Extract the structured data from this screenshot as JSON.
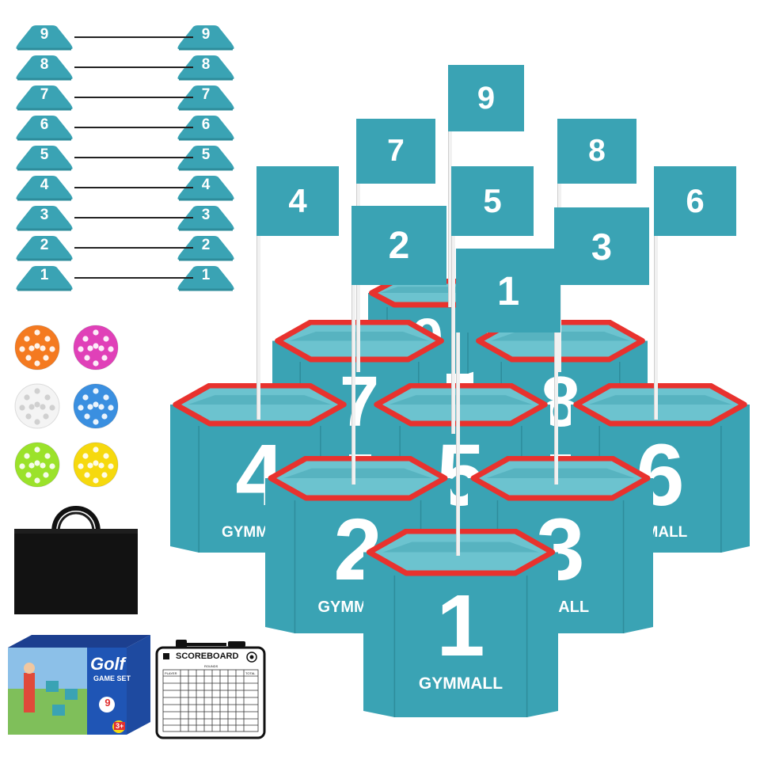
{
  "colors": {
    "teal": "#3aa3b4",
    "teal_dark": "#2e8c9b",
    "rim": "#e8322e",
    "bag": "#111111"
  },
  "cones": [
    "9",
    "8",
    "7",
    "6",
    "5",
    "4",
    "3",
    "2",
    "1"
  ],
  "balls": [
    {
      "name": "orange-ball",
      "color": "#f47a20"
    },
    {
      "name": "pink-ball",
      "color": "#e040b8"
    },
    {
      "name": "white-ball",
      "color": "#f4f4f4"
    },
    {
      "name": "blue-ball",
      "color": "#3a8fe0"
    },
    {
      "name": "green-ball",
      "color": "#9be22a"
    },
    {
      "name": "yellow-ball",
      "color": "#f6d90e"
    }
  ],
  "pots": [
    {
      "num": "9",
      "brand": ""
    },
    {
      "num": "7",
      "brand": ""
    },
    {
      "num": "8",
      "brand": ""
    },
    {
      "num": "4",
      "brand": "GYMMALL"
    },
    {
      "num": "5",
      "brand": ""
    },
    {
      "num": "6",
      "brand": "MMALL"
    },
    {
      "num": "2",
      "brand": "GYMMALL"
    },
    {
      "num": "3",
      "brand": "MMALL"
    },
    {
      "num": "1",
      "brand": "GYMMALL"
    }
  ],
  "flags": [
    "9",
    "7",
    "8",
    "4",
    "5",
    "6",
    "2",
    "3",
    "1"
  ],
  "box": {
    "title": "Golf",
    "subtitle": "GAME SET",
    "age": "3+",
    "badge": "9"
  },
  "scoreboard": {
    "title": "SCOREBOARD",
    "rounds": "ROUNDS",
    "player": "PLAYER",
    "total": "TOTAL"
  }
}
